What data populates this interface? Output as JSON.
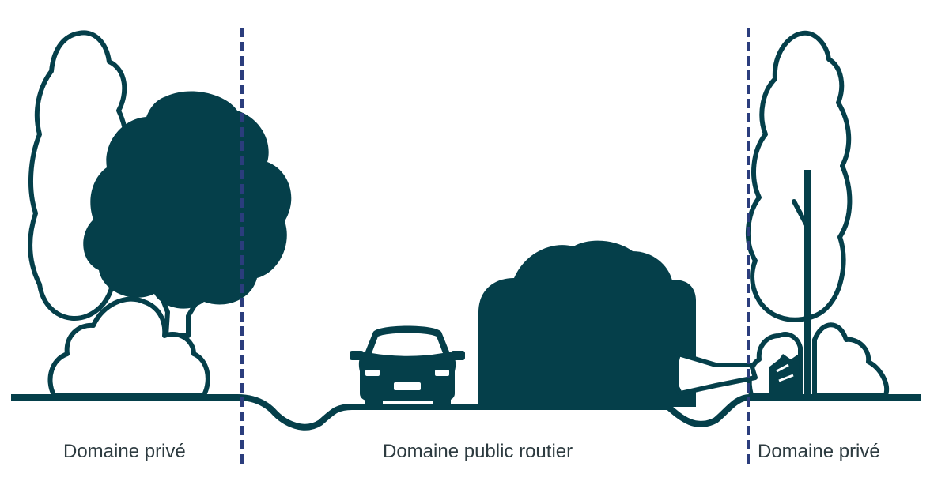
{
  "colors": {
    "ink": "#053f4a",
    "boundary": "#2b3d7d",
    "label": "#2d3b40",
    "background": "#ffffff"
  },
  "zones": {
    "left": "Domaine privé",
    "center": "Domaine public routier",
    "right": "Domaine privé"
  }
}
